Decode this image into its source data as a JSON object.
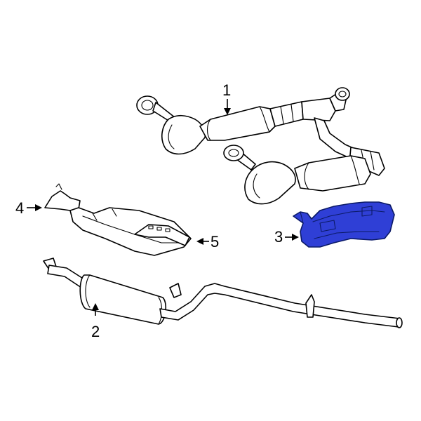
{
  "callouts": [
    {
      "id": "1",
      "label": "1"
    },
    {
      "id": "2",
      "label": "2"
    },
    {
      "id": "3",
      "label": "3"
    },
    {
      "id": "4",
      "label": "4"
    },
    {
      "id": "5",
      "label": "5"
    }
  ],
  "colors": {
    "highlight_fill": "#2f3fd6",
    "highlight_stroke": "#0b1a66",
    "line": "#000000",
    "background": "#ffffff"
  }
}
